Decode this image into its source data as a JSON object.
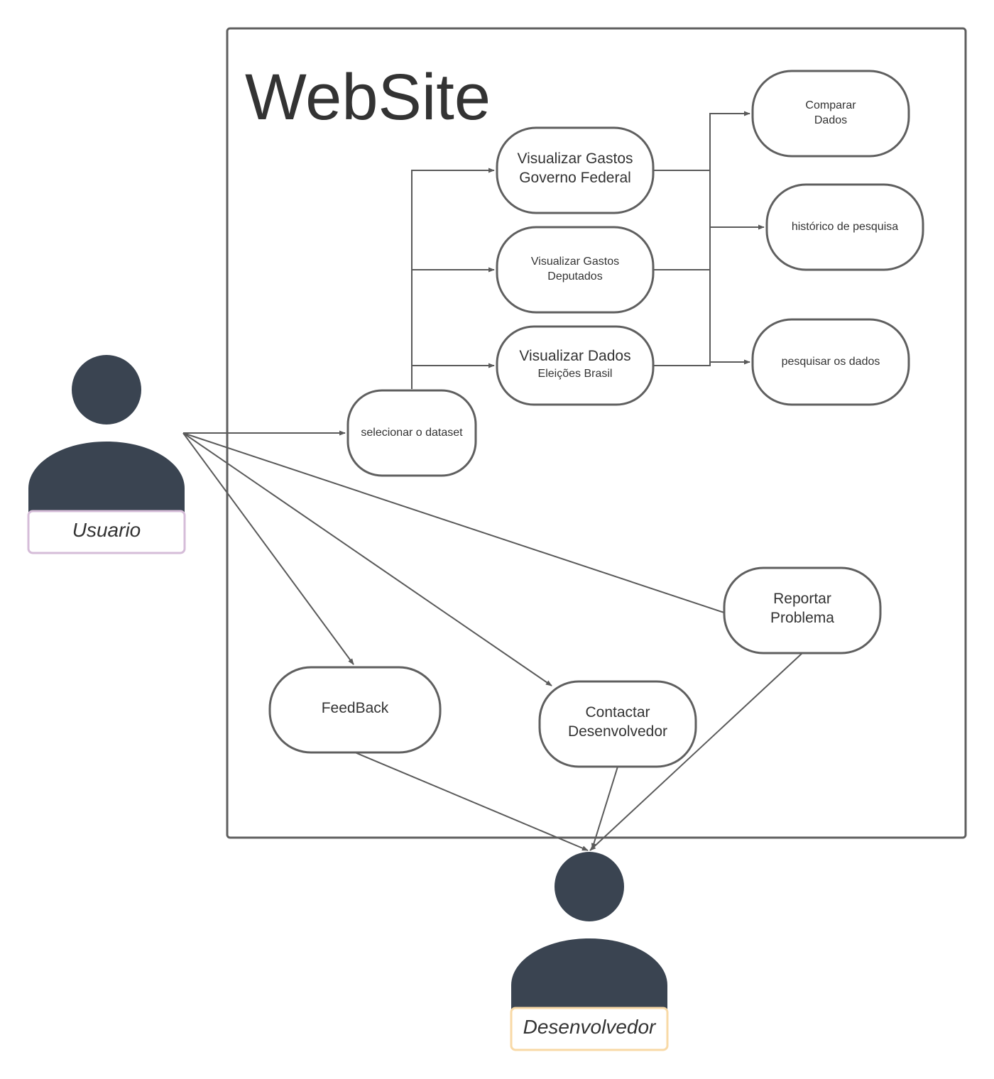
{
  "system": {
    "title": "WebSite"
  },
  "actors": {
    "user": {
      "label": "Usuario",
      "border_color": "#d5bcd8"
    },
    "developer": {
      "label": "Desenvolvedor",
      "border_color": "#f8d9a6"
    }
  },
  "colors": {
    "actor": "#3a4451",
    "stroke": "#5f5f5f"
  },
  "use_cases": {
    "select_dataset": "selecionar o dataset",
    "gov_line1": "Visualizar Gastos",
    "gov_line2": "Governo Federal",
    "dep_line1": "Visualizar Gastos",
    "dep_line2": "Deputados",
    "elec_line1": "Visualizar Dados",
    "elec_line2": "Eleições Brasil",
    "compare_line1": "Comparar",
    "compare_line2": "Dados",
    "history": "histórico de pesquisa",
    "search": "pesquisar os dados",
    "report_line1": "Reportar",
    "report_line2": "Problema",
    "feedback": "FeedBack",
    "contact_line1": "Contactar",
    "contact_line2": "Desenvolvedor"
  }
}
